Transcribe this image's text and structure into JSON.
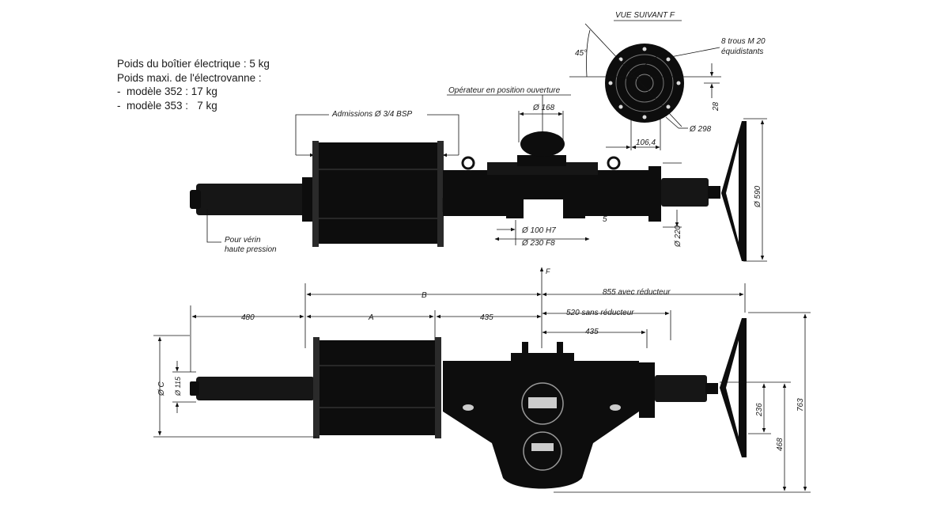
{
  "notes": [
    "Poids du boîtier électrique : 5 kg",
    "Poids maxi. de l'électrovanne :",
    "-  modèle 352 : 17 kg",
    "-  modèle 353 :   7 kg"
  ],
  "view_f": {
    "title": "VUE SUIVANT F",
    "holes": "8 trous M 20",
    "holes2": "équidistants",
    "angle": "45°",
    "dia": "Ø 298",
    "offset": "106,4",
    "dim28": "28"
  },
  "top_view": {
    "admissions": "Admissions Ø 3/4 BSP",
    "operateur": "Opérateur en position ouverture",
    "d168": "Ø 168",
    "d100": "Ø 100 H7",
    "d230": "Ø 230 F8",
    "d5": "5",
    "d220": "Ø 220",
    "d590": "Ø 590",
    "pour_verin_1": "Pour vérin",
    "pour_verin_2": "haute pression"
  },
  "side_view": {
    "dimB": "B",
    "dimA": "A",
    "d480": "480",
    "d435a": "435",
    "d435b": "435",
    "d855": "855 avec réducteur",
    "d520": "520 sans réducteur",
    "dC": "Ø C",
    "d115": "Ø 115",
    "d236": "236",
    "d468": "468",
    "d763": "763",
    "marker_f": "F"
  }
}
